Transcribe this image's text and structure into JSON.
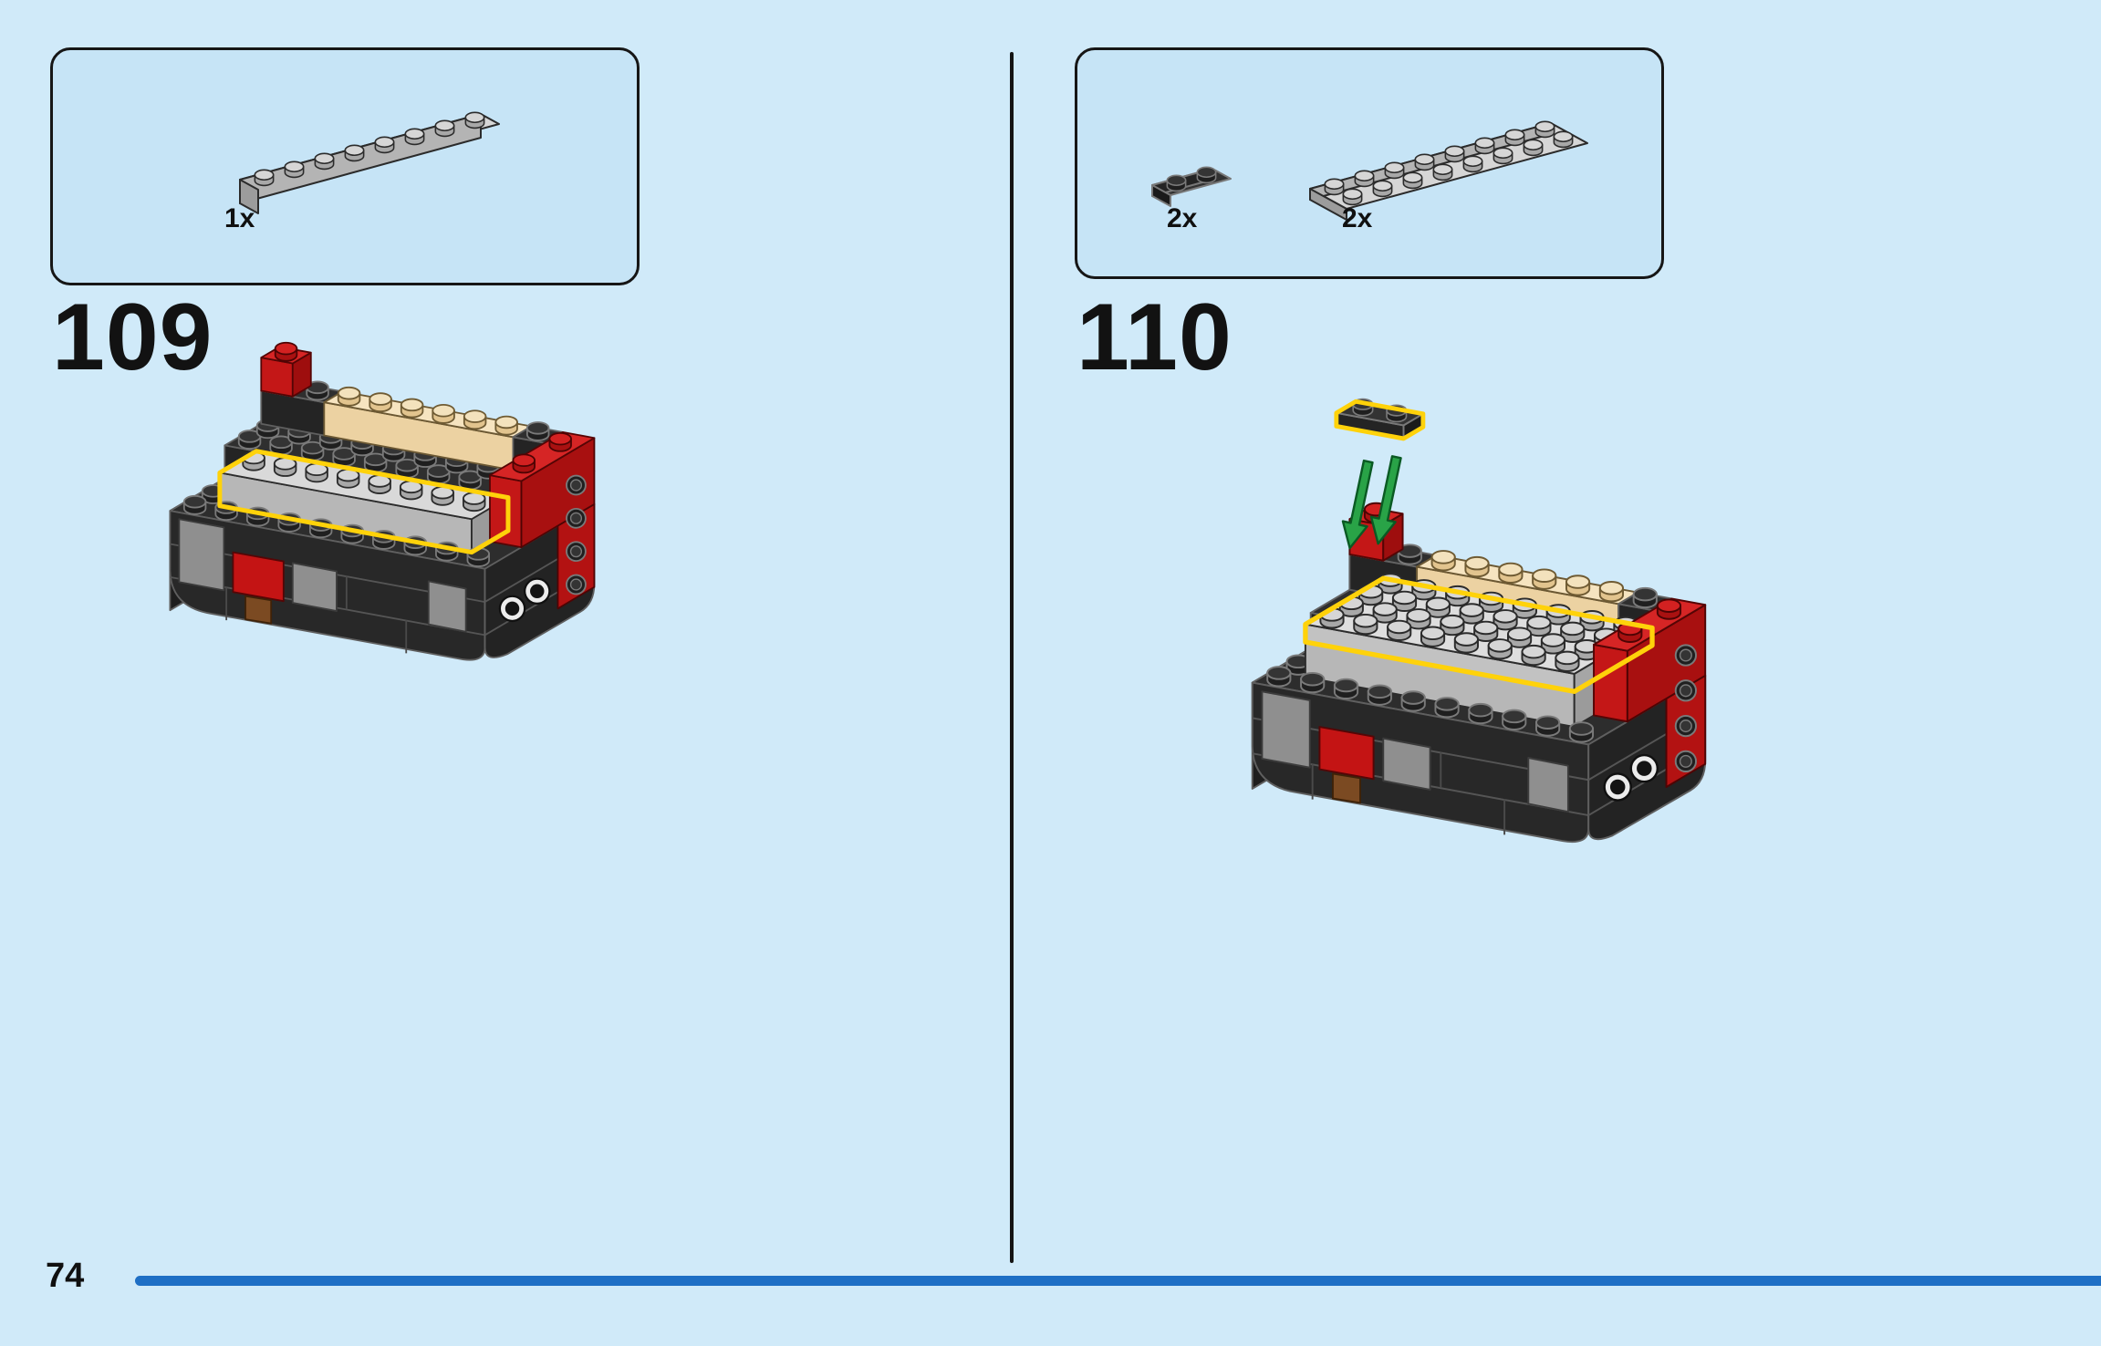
{
  "page": {
    "number": "74"
  },
  "steps": [
    {
      "number": "109",
      "parts": [
        {
          "name": "light-gray-brick-1x8",
          "quantity": "1x"
        }
      ]
    },
    {
      "number": "110",
      "parts": [
        {
          "name": "black-plate-1x2",
          "quantity": "2x"
        },
        {
          "name": "light-gray-plate-2x8",
          "quantity": "2x"
        }
      ]
    }
  ],
  "colors": {
    "page_background": "#d0eaf9",
    "callout_background": "#c6e4f6",
    "callout_border": "#161616",
    "divider": "#141414",
    "footer_rule_blue": "#1e6fc5",
    "text": "#101010",
    "highlight_yellow": "#ffd20a",
    "arrow_green": "#29a347",
    "brick_dark": "#282828",
    "brick_light_gray": "#c9c9c9",
    "brick_red": "#c41414",
    "brick_tan": "#ecd2a2",
    "brick_brown": "#7b4a22"
  }
}
